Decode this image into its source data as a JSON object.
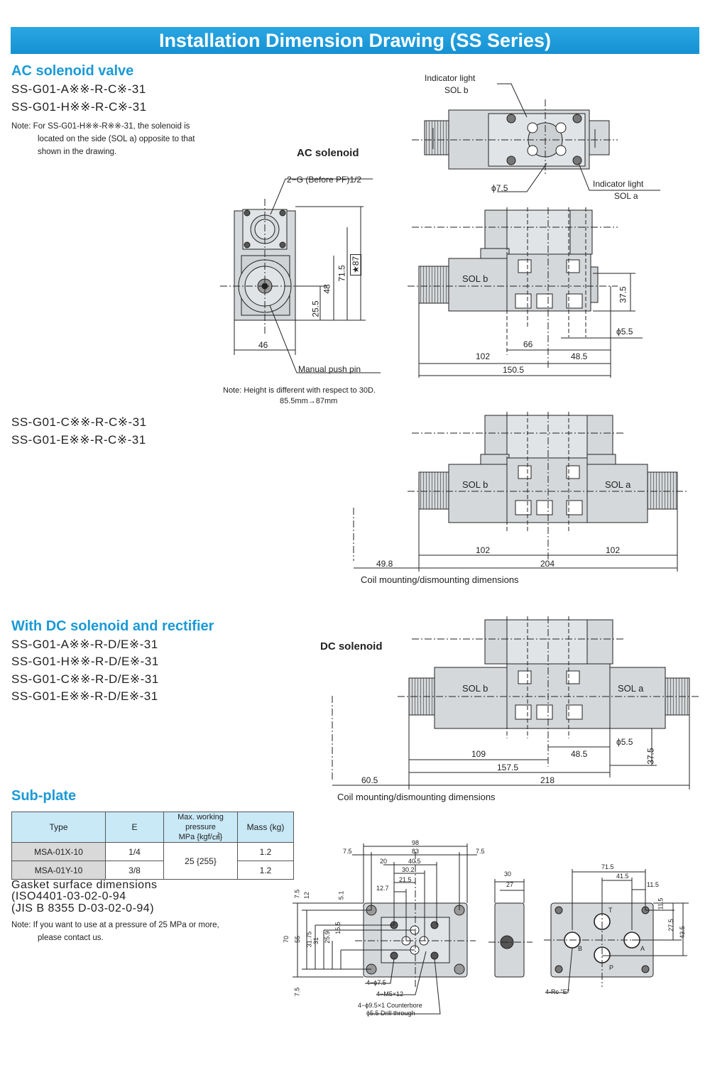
{
  "banner": {
    "title": "Installation Dimension Drawing (SS Series)"
  },
  "ac_section": {
    "title": "AC solenoid valve",
    "models": [
      "SS-G01-A※※-R-C※-31",
      "SS-G01-H※※-R-C※-31"
    ],
    "note_line1": "Note: For SS-G01-H※※-R※※-31, the solenoid is",
    "note_line2": "located on the side (SOL a) opposite to that",
    "note_line3": "shown in the drawing.",
    "drawing_heading": "AC solenoid",
    "port_label": "2−G (Before PF)1/2",
    "manual_pin": "Manual push pin",
    "indicator_b": "Indicator light",
    "indicator_b_sol": "SOL b",
    "indicator_a": "Indicator light",
    "indicator_a_sol": "SOL a",
    "phi75": "ϕ7.5",
    "phi55": "ϕ5.5",
    "sol_b": "SOL b",
    "dims": {
      "d46": "46",
      "d25_5": "25.5",
      "d48": "48",
      "d71_5": "71.5",
      "d87": "★87",
      "d37_5": "37.5",
      "d66": "66",
      "d102": "102",
      "d48_5": "48.5",
      "d150_5": "150.5"
    },
    "height_note1": "Note: Height is different with respect to 30D.",
    "height_note2": "85.5mm→87mm"
  },
  "ac_double": {
    "models": [
      "SS-G01-C※※-R-C※-31",
      "SS-G01-E※※-R-C※-31"
    ],
    "sol_b": "SOL b",
    "sol_a": "SOL a",
    "dims": {
      "d102a": "102",
      "d102b": "102",
      "d49_8": "49.8",
      "d204": "204"
    },
    "coil_note": "Coil mounting/dismounting dimensions"
  },
  "dc_section": {
    "title": "With DC solenoid and rectifier",
    "models": [
      "SS-G01-A※※-R-D/E※-31",
      "SS-G01-H※※-R-D/E※-31",
      "SS-G01-C※※-R-D/E※-31",
      "SS-G01-E※※-R-D/E※-31"
    ],
    "drawing_heading": "DC solenoid",
    "sol_b": "SOL b",
    "sol_a": "SOL a",
    "phi55": "ϕ5.5",
    "dims": {
      "d109": "109",
      "d48_5": "48.5",
      "d37_5": "37.5",
      "d157_5": "157.5",
      "d60_5": "60.5",
      "d218": "218"
    },
    "coil_note": "Coil mounting/dismounting dimensions"
  },
  "subplate": {
    "title": "Sub-plate",
    "table": {
      "headers": [
        "Type",
        "E",
        "Max. working pressure",
        "MPa {kgf/㎠}",
        "Mass (kg)"
      ],
      "rows": [
        {
          "type": "MSA-01X-10",
          "e": "1/4",
          "mass": "1.2"
        },
        {
          "type": "MSA-01Y-10",
          "e": "3/8",
          "mass": "1.2"
        }
      ],
      "pressure": "25 {255}"
    },
    "gasket_title": "Gasket surface dimensions",
    "gasket_line1": "ISO4401-03-02-0-94",
    "gasket_line2": "JIS B 8355 D-03-02-0-94",
    "note_line1": "Note: If you want to use at a pressure of 25 MPa or more,",
    "note_line2": "please contact us.",
    "dims": {
      "d98": "98",
      "d83": "83",
      "d7_5a": "7.5",
      "d7_5b": "7.5",
      "d20": "20",
      "d40_5": "40.5",
      "d30_2": "30.2",
      "d21_5": "21.5",
      "d12_7": "12.7",
      "d5_1": "5.1",
      "d15_5": "15.5",
      "d25_9": "25.9",
      "d31": "31",
      "d31_75": "31.75",
      "d55": "55",
      "d70": "70",
      "d12": "12",
      "d7_5c": "7.5",
      "d7_5d": "7.5",
      "d30": "30",
      "d27": "27",
      "d71_5": "71.5",
      "d41_5": "41.5",
      "d11_5a": "11.5",
      "d11_5b": "11.5",
      "d27_5": "27.5",
      "d43_5": "43.5"
    },
    "callouts": {
      "holes": "4−ϕ7.5",
      "m5": "4−M5×12",
      "counterbore": "4−ϕ9.5×1 Counterbore",
      "drill": "ϕ5.5 Drill through",
      "rc": "4-Rc \"E\""
    },
    "ports": {
      "t": "T",
      "a": "A",
      "b": "B",
      "p": "P"
    }
  }
}
